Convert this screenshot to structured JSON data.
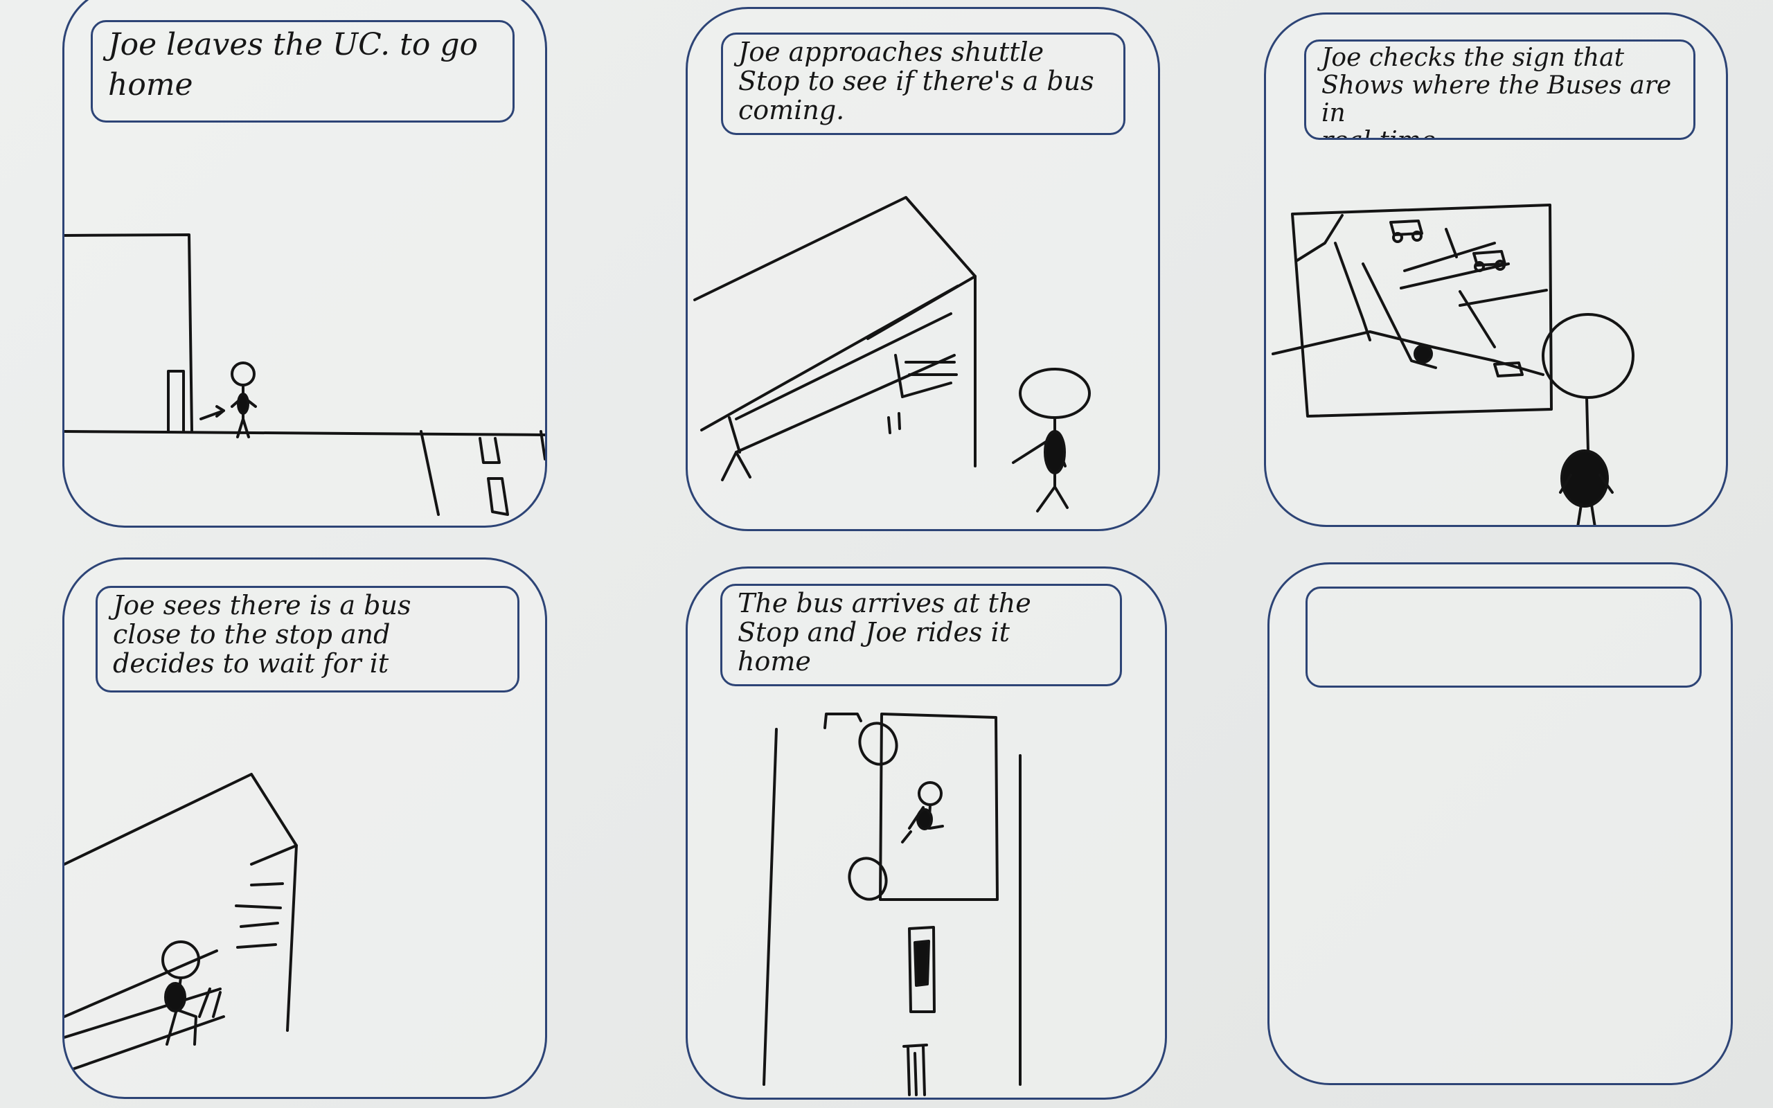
{
  "storyboard": {
    "panels": [
      {
        "caption": "Joe leaves the UC. to go\nhome"
      },
      {
        "caption": "Joe approaches shuttle\nStop to see if there's a bus\ncoming."
      },
      {
        "caption": "Joe checks the sign that\nShows where the Buses are in\nreal-time"
      },
      {
        "caption": "Joe sees there is a bus\nclose to the stop and\ndecides to wait for it"
      },
      {
        "caption": "The bus arrives at the\nStop and Joe rides it\nhome"
      },
      {
        "caption": ""
      }
    ]
  }
}
